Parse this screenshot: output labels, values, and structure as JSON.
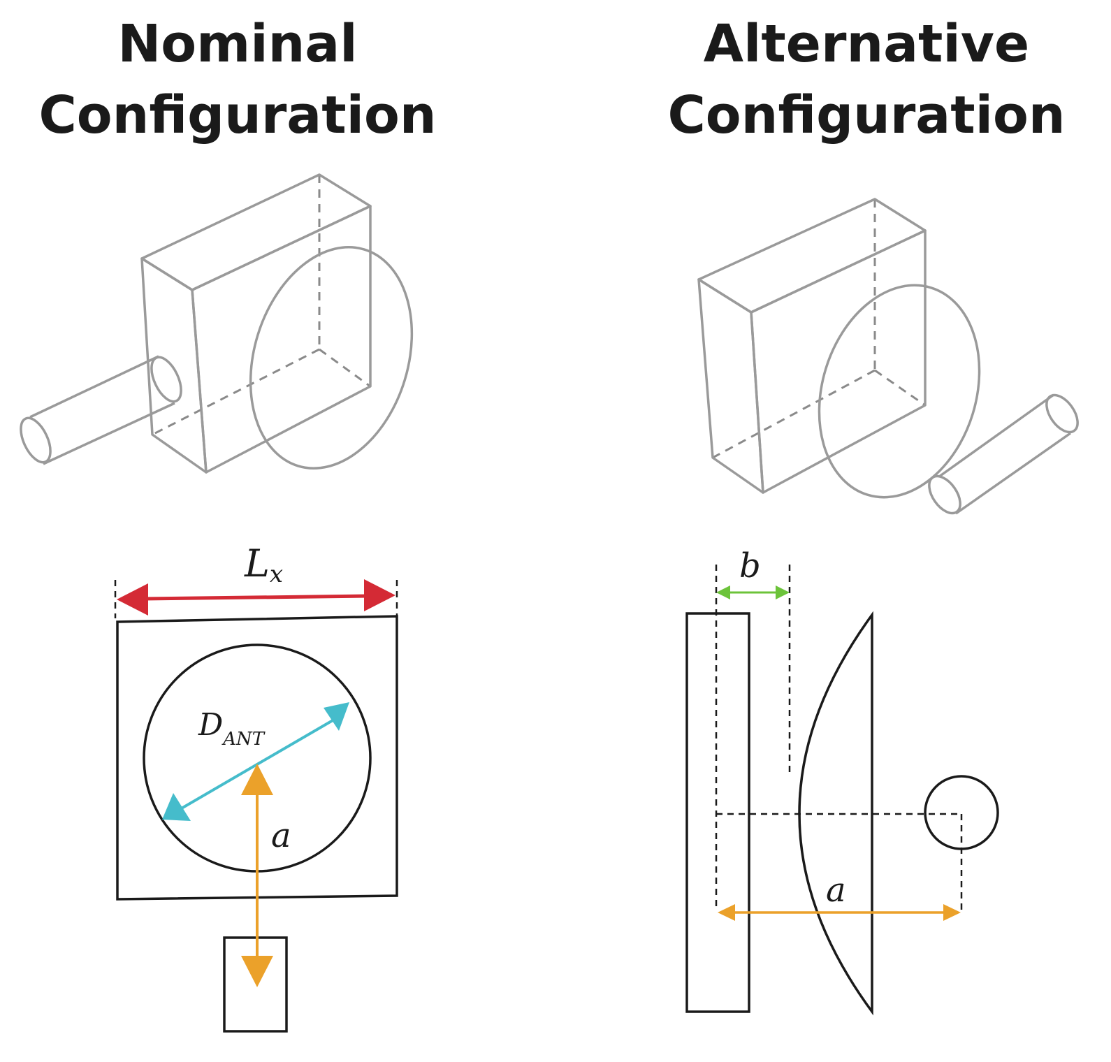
{
  "titles": {
    "nominal_line1": "Nominal",
    "nominal_line2": "Configuration",
    "alternative_line1": "Alternative",
    "alternative_line2": "Configuration"
  },
  "labels": {
    "lx_main": "L",
    "lx_sub": "x",
    "dant_main": "D",
    "dant_sub": "ANT",
    "a_nominal": "a",
    "b_alternative": "b",
    "a_alternative": "a"
  },
  "colors": {
    "lx_arrow": "#d42a35",
    "dant_arrow": "#45bccb",
    "a_arrow": "#eba12a",
    "b_arrow": "#6cc33a"
  }
}
